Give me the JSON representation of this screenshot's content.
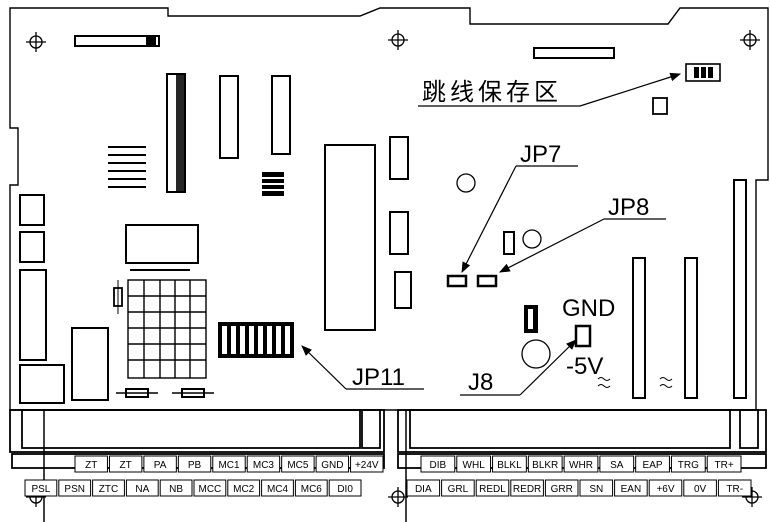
{
  "labels": {
    "jumper_storage": "跳线保存区",
    "jp7": "JP7",
    "jp8": "JP8",
    "jp11": "JP11",
    "j8": "J8",
    "gnd": "GND",
    "neg5v": "-5V"
  },
  "terminals_left_top": [
    "ZT",
    "ZT",
    "PA",
    "PB",
    "MC1",
    "MC3",
    "MC5",
    "GND",
    "+24V"
  ],
  "terminals_left_bottom": [
    "PSL",
    "PSN",
    "ZTC",
    "NA",
    "NB",
    "MCC",
    "MC2",
    "MC4",
    "MC6",
    "DI0"
  ],
  "terminals_right_top": [
    "DIB",
    "WHL",
    "BLKL",
    "BLKR",
    "WHR",
    "SA",
    "EAP",
    "TRG",
    "TR+"
  ],
  "terminals_right_bottom": [
    "DIA",
    "GRL",
    "REDL",
    "REDR",
    "GRR",
    "SN",
    "EAN",
    "+6V",
    "0V",
    "TR-"
  ]
}
